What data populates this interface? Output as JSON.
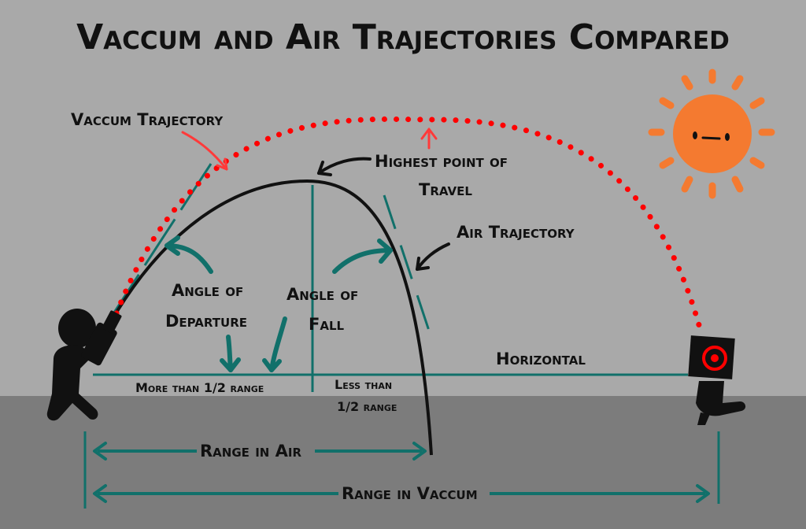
{
  "title": "Vaccum and Air Trajectories Compared",
  "labels": {
    "vaccum_trajectory": "Vaccum Trajectory",
    "highest_point_line1": "Highest point of",
    "highest_point_line2": "Travel",
    "air_trajectory": "Air Trajectory",
    "angle_departure_line1": "Angle of",
    "angle_departure_line2": "Departure",
    "angle_fall_line1": "Angle of",
    "angle_fall_line2": "Fall",
    "horizontal": "Horizontal",
    "more_than_half": "More than 1/2 range",
    "less_than_half_line1": "Less than",
    "less_than_half_line2": "1/2 range",
    "range_in_air": "Range in Air",
    "range_in_vaccum": "Range in Vaccum"
  },
  "colors": {
    "sky": "#a9a9a9",
    "ground": "#7c7c7c",
    "teal": "#11706a",
    "red": "#ff0000",
    "sun": "#f47a30",
    "text": "#111111"
  },
  "icons": {
    "sun": "sun-icon",
    "shooter": "shooter-icon",
    "target": "target-robot-icon"
  }
}
